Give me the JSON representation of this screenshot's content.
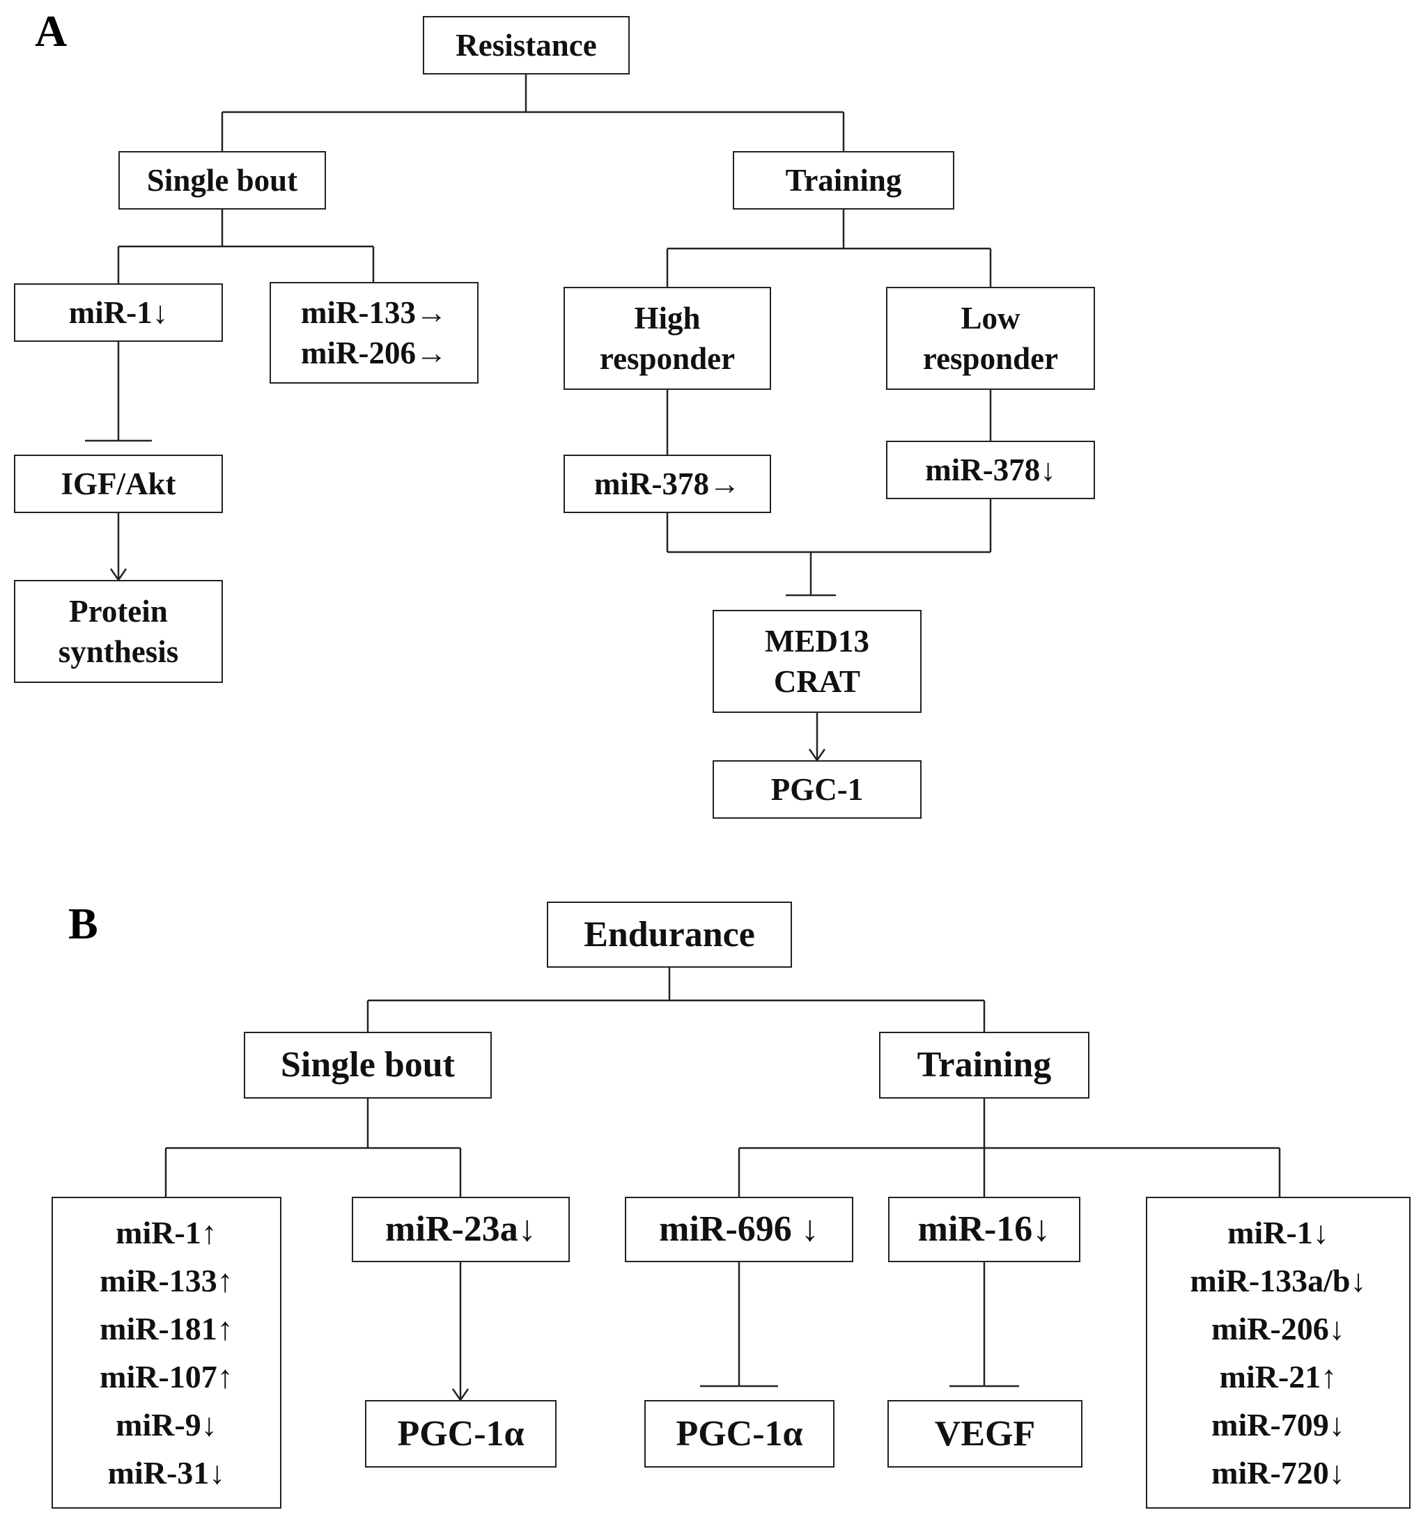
{
  "panels": {
    "a": {
      "label": "A"
    },
    "b": {
      "label": "B"
    }
  },
  "nodes": {
    "resistance": [
      "Resistance"
    ],
    "a_single_bout": [
      "Single bout"
    ],
    "a_training": [
      "Training"
    ],
    "a_mir1": [
      "miR-1↓"
    ],
    "a_mir133_206": [
      "miR-133→",
      "miR-206→"
    ],
    "igf_akt": [
      "IGF/Akt"
    ],
    "protein_synthesis": [
      "Protein",
      "synthesis"
    ],
    "high_responder": [
      "High",
      "responder"
    ],
    "low_responder": [
      "Low",
      "responder"
    ],
    "mir378_high": [
      "miR-378→"
    ],
    "mir378_low": [
      "miR-378↓"
    ],
    "med13_crat": [
      "MED13",
      "CRAT"
    ],
    "pgc1": [
      "PGC-1"
    ],
    "endurance": [
      "Endurance"
    ],
    "b_single_bout": [
      "Single bout"
    ],
    "b_training": [
      "Training"
    ],
    "b_single_list": [
      "miR-1↑",
      "miR-133↑",
      "miR-181↑",
      "miR-107↑",
      "miR-9↓",
      "miR-31↓"
    ],
    "mir23a": [
      "miR-23a↓"
    ],
    "pgc1a_single": [
      "PGC-1α"
    ],
    "mir696": [
      "miR-696 ↓"
    ],
    "pgc1a_training": [
      "PGC-1α"
    ],
    "mir16": [
      "miR-16↓"
    ],
    "vegf": [
      "VEGF"
    ],
    "b_training_list": [
      "miR-1↓",
      "miR-133a/b↓",
      "miR-206↓",
      "miR-21↑",
      "miR-709↓",
      "miR-720↓"
    ]
  }
}
